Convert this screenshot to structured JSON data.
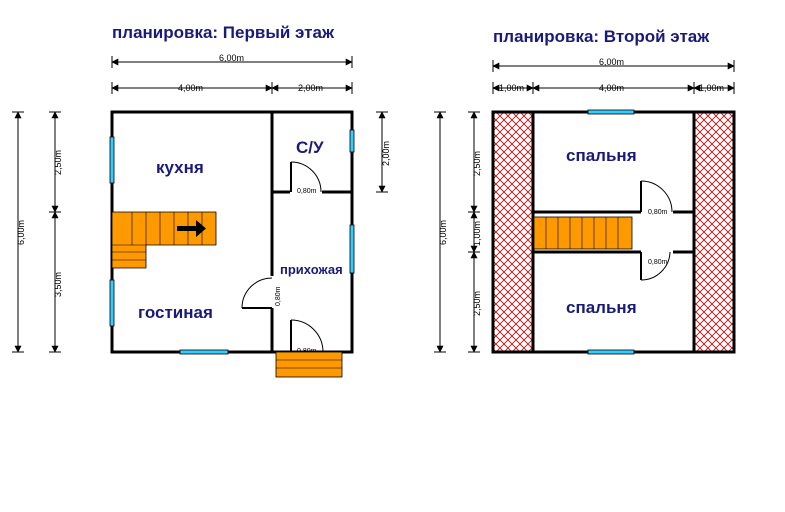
{
  "first_floor": {
    "title": "планировка: Первый этаж",
    "dims": {
      "total_width": "6,00m",
      "left_width": "4,00m",
      "right_width": "2,00m",
      "total_height": "6,00m",
      "upper_height": "2,50m",
      "lower_height": "3,50m",
      "bath_height": "2,00m"
    },
    "rooms": {
      "kitchen": "кухня",
      "bathroom": "С/У",
      "hall": "прихожая",
      "living": "гостиная"
    },
    "doors": {
      "bath": "0,80m",
      "living": "0,80m",
      "entrance": "0,80m"
    }
  },
  "second_floor": {
    "title": "планировка: Второй этаж",
    "dims": {
      "total_width": "6,00m",
      "left_width": "1,00m",
      "middle_width": "4,00m",
      "right_width": "1,00m",
      "total_height": "6,00m",
      "upper_height": "2,50m",
      "middle_height": "1,00m",
      "lower_height": "2,50m"
    },
    "rooms": {
      "bedroom_top": "спальня",
      "bedroom_bottom": "спальня"
    },
    "doors": {
      "top": "0,80m",
      "bottom": "0,80m"
    }
  },
  "colors": {
    "title": "#1a1a7a",
    "window": "#33ccff",
    "stairs": "#ff9900",
    "hatch": "#cc0000"
  }
}
